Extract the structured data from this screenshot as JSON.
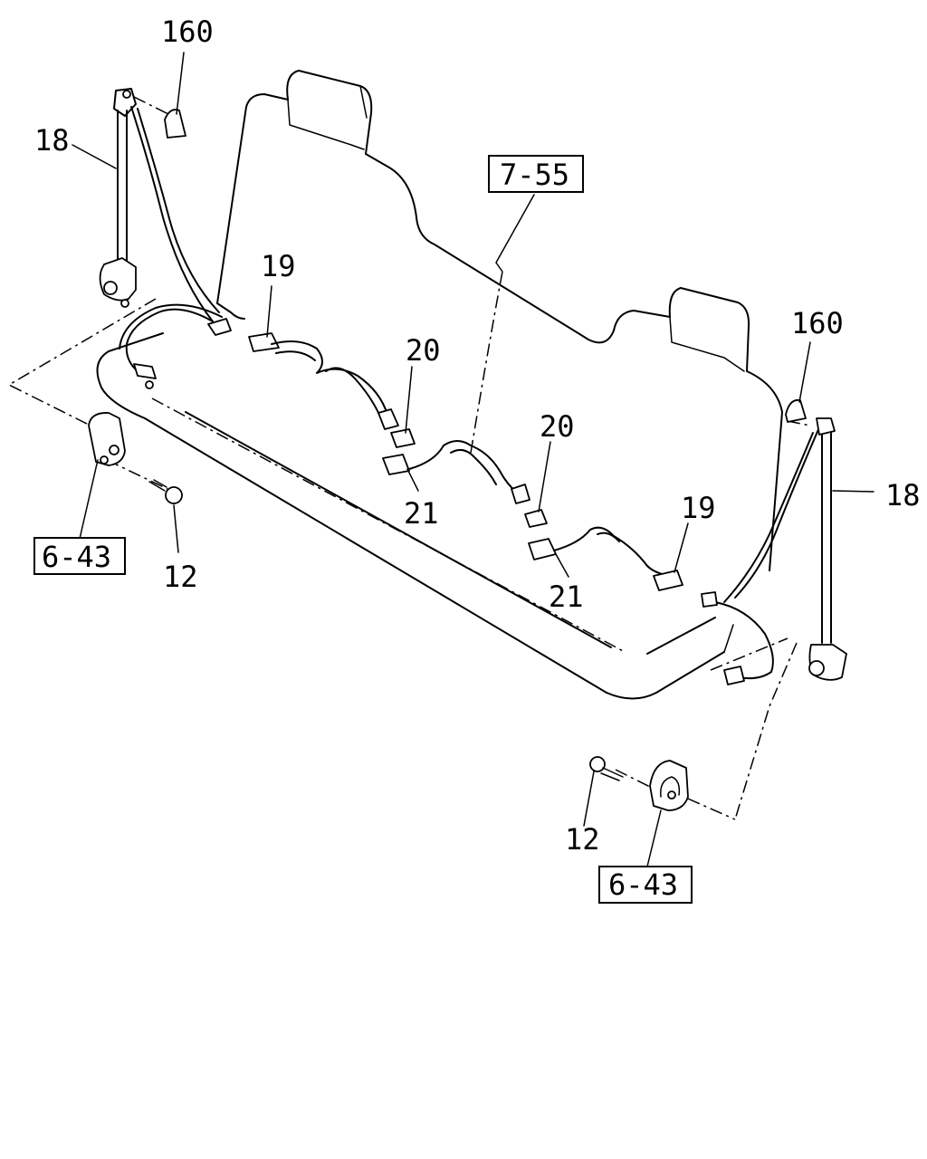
{
  "labels": {
    "part_160_left": "160",
    "part_18_left": "18",
    "part_19_left": "19",
    "ref_7_55": "7-55",
    "part_20_left": "20",
    "part_20_right": "20",
    "part_21_left": "21",
    "part_21_right": "21",
    "part_19_right": "19",
    "part_160_right": "160",
    "part_18_right": "18",
    "ref_6_43_left": "6-43",
    "part_12_left": "12",
    "part_12_right": "12",
    "ref_6_43_right": "6-43"
  }
}
